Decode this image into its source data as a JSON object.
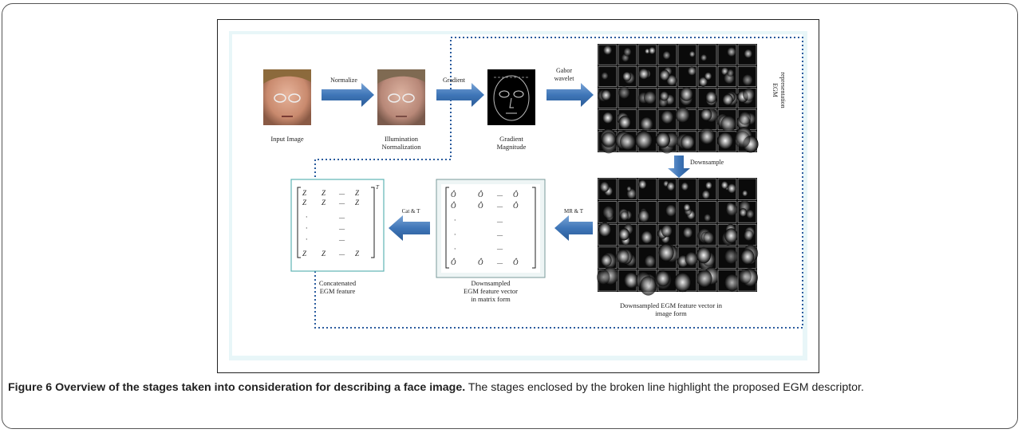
{
  "diagram": {
    "stages": {
      "input": "Input Image",
      "illum_1": "Illumination",
      "illum_2": "Normalization",
      "grad_1": "Gradient",
      "grad_2": "Magnitude",
      "ds_img_1": "Downsampled EGM feature vector in",
      "ds_img_2": "image form",
      "ds_mat_1": "Downsampled",
      "ds_mat_2": "EGM feature vector",
      "ds_mat_3": "in matrix form",
      "concat_1": "Concatenated",
      "concat_2": "EGM feature"
    },
    "arrows": {
      "normalize": "Normalize",
      "gradient": "Gradient",
      "gabor_1": "Gabor",
      "gabor_2": "wavelet",
      "downsample": "Downsample",
      "mr_t": "MR & T",
      "cat_t": "Cat & T"
    },
    "side_label_1": "EGM",
    "side_label_2": "representation"
  },
  "caption": {
    "bold": "Figure 6 Overview of the stages taken into consideration for describing a face image.",
    "text": " The stages enclosed by the broken line highlight the proposed EGM descriptor."
  }
}
